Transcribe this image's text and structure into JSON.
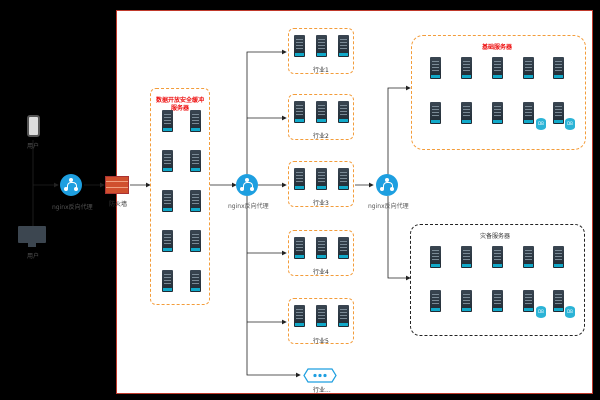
{
  "labels": {
    "phone_user": "用户",
    "pc_user": "用户",
    "nginx_left": "nginx反向代理",
    "firewall": "防火墙",
    "dmz_group": "数据开放安全缓冲服务器",
    "nginx_mid": "nginx反向代理",
    "industry1": "行业1",
    "industry2": "行业2",
    "industry3": "行业3",
    "industry4": "行业4",
    "industry5": "行业5",
    "industry_more": "行业...",
    "nginx_right": "nginx反向代理",
    "base_servers": "基础服务器",
    "dr_servers": "灾备服务器",
    "db": "DB"
  },
  "colors": {
    "accent_blue": "#1e9fe0",
    "dash_orange": "#f39c3a",
    "title_red": "#e11",
    "firewall_red": "#c0392b"
  }
}
